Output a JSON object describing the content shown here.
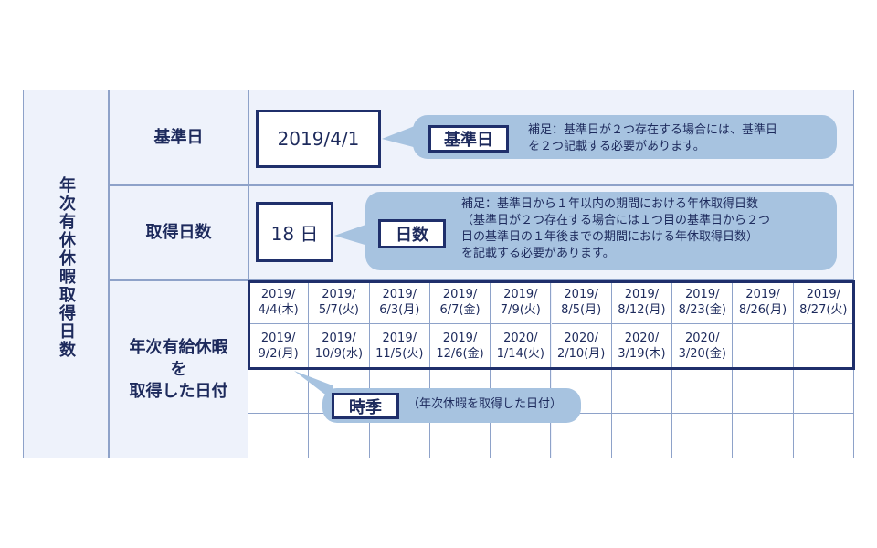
{
  "left_title": "年次有休休暇取得日数",
  "rows": {
    "base_date": {
      "label": "基準日",
      "value": "2019/4/1",
      "tag": "基準日",
      "note": "補足：基準日が２つ存在する場合には、基準日\nを２つ記載する必要があります。"
    },
    "days": {
      "label": "取得日数",
      "value": "18 日",
      "tag": "日数",
      "note": "補足：基準日から１年以内の期間における年休取得日数\n（基準日が２つ存在する場合には１つ目の基準日から２つ\n目の基準日の１年後までの期間における年休取得日数）\nを記載する必要があります。"
    },
    "dates": {
      "label": "年次有給休暇\nを\n取得した日付",
      "tag": "時季",
      "note": "（年次休暇を取得した日付）",
      "row1": [
        "2019/\n4/4(木)",
        "2019/\n5/7(火)",
        "2019/\n6/3(月)",
        "2019/\n6/7(金)",
        "2019/\n7/9(火)",
        "2019/\n8/5(月)",
        "2019/\n8/12(月)",
        "2019/\n8/23(金)",
        "2019/\n8/26(月)",
        "2019/\n8/27(火)"
      ],
      "row2": [
        "2019/\n9/2(月)",
        "2019/\n10/9(水)",
        "2019/\n11/5(火)",
        "2019/\n12/6(金)",
        "2020/\n1/14(火)",
        "2020/\n2/10(月)",
        "2020/\n3/19(木)",
        "2020/\n3/20(金)",
        "",
        ""
      ],
      "row3": [
        "",
        "",
        "",
        "",
        "",
        "",
        "",
        "",
        "",
        ""
      ],
      "row4": [
        "",
        "",
        "",
        "",
        "",
        "",
        "",
        "",
        "",
        ""
      ]
    }
  },
  "colors": {
    "navy": "#1f2f6b",
    "light_panel": "#eef2fb",
    "bubble": "#a7c3e0",
    "grid_line": "#8ea2c9"
  }
}
